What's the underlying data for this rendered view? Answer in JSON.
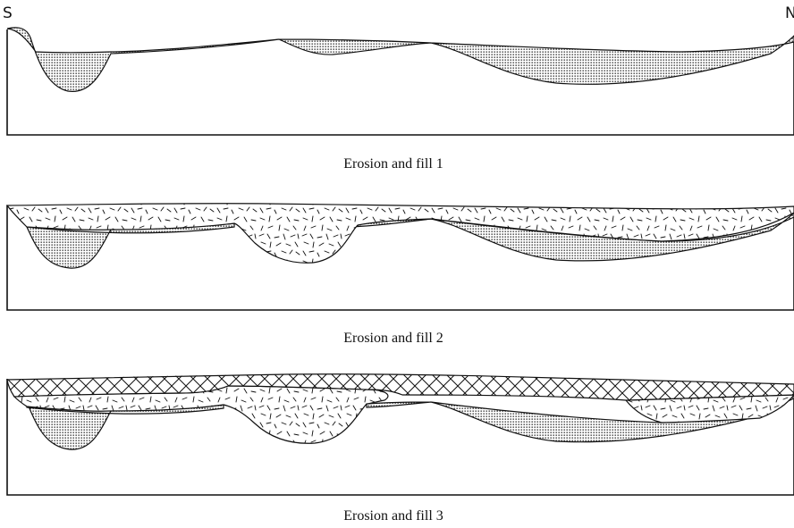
{
  "figure": {
    "direction_left": "S",
    "direction_right": "N",
    "panels": [
      {
        "caption": "Erosion and fill 1",
        "fills": [
          "fill-1"
        ]
      },
      {
        "caption": "Erosion and fill 2",
        "fills": [
          "fill-1",
          "fill-2"
        ]
      },
      {
        "caption": "Erosion and fill 3",
        "fills": [
          "fill-1",
          "fill-2",
          "fill-3"
        ]
      }
    ]
  },
  "patterns": {
    "fill-1": "stipple",
    "fill-2": "random-dashes",
    "fill-3": "cross-hatch"
  },
  "colors": {
    "ink": "#111111",
    "background": "#ffffff"
  }
}
